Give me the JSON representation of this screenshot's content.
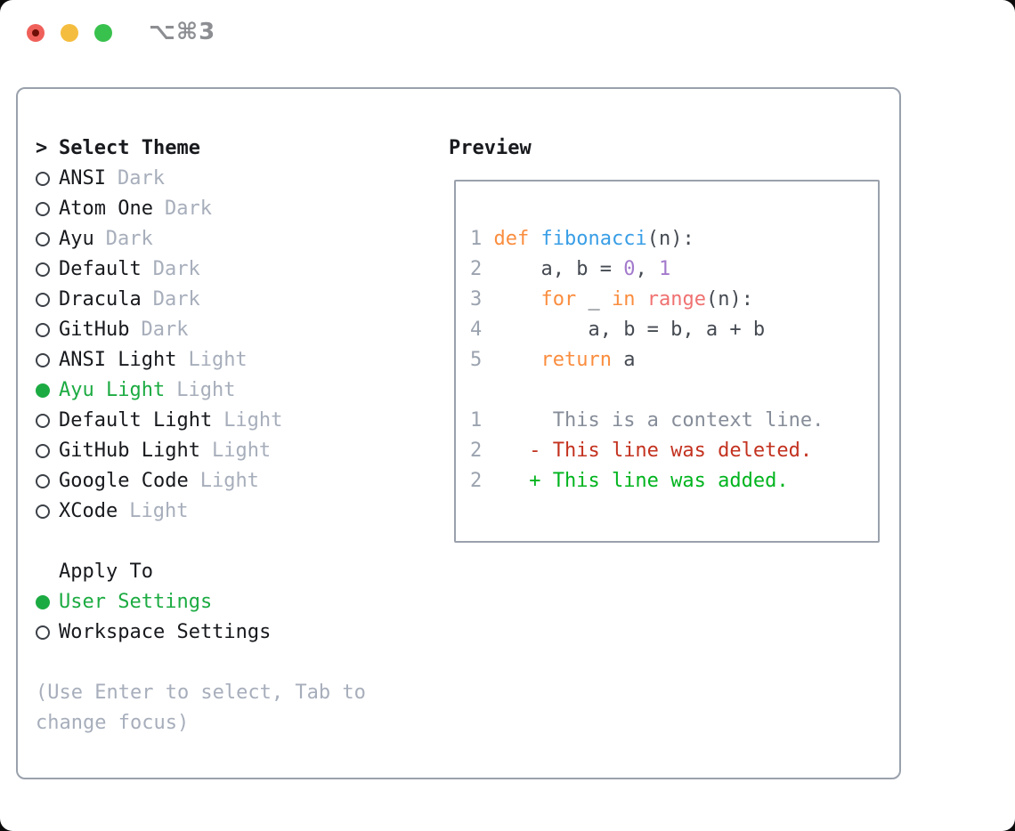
{
  "titlebar": {
    "title": "⌥⌘3",
    "traffic_lights": [
      "close",
      "minimize",
      "zoom"
    ]
  },
  "theme_picker": {
    "pointer": ">",
    "header": "Select Theme",
    "items": [
      {
        "name": "ANSI",
        "variant": "Dark",
        "selected": false
      },
      {
        "name": "Atom One",
        "variant": "Dark",
        "selected": false
      },
      {
        "name": "Ayu",
        "variant": "Dark",
        "selected": false
      },
      {
        "name": "Default",
        "variant": "Dark",
        "selected": false
      },
      {
        "name": "Dracula",
        "variant": "Dark",
        "selected": false
      },
      {
        "name": "GitHub",
        "variant": "Dark",
        "selected": false
      },
      {
        "name": "ANSI Light",
        "variant": "Light",
        "selected": false
      },
      {
        "name": "Ayu Light",
        "variant": "Light",
        "selected": true
      },
      {
        "name": "Default Light",
        "variant": "Light",
        "selected": false
      },
      {
        "name": "GitHub Light",
        "variant": "Light",
        "selected": false
      },
      {
        "name": "Google Code",
        "variant": "Light",
        "selected": false
      },
      {
        "name": "XCode",
        "variant": "Light",
        "selected": false
      }
    ],
    "apply_to": {
      "header": "Apply To",
      "options": [
        {
          "label": "User Settings",
          "selected": true
        },
        {
          "label": "Workspace Settings",
          "selected": false
        }
      ]
    },
    "hint_lines": [
      "(Use Enter to select, Tab to",
      "change focus)"
    ]
  },
  "preview": {
    "header": "Preview",
    "lines": [
      {
        "segments": [
          {
            "t": "1",
            "c": "ln"
          },
          {
            "t": " ",
            "c": "code"
          },
          {
            "t": "def",
            "c": "kw"
          },
          {
            "t": " ",
            "c": "code"
          },
          {
            "t": "fibonacci",
            "c": "fn"
          },
          {
            "t": "(n):",
            "c": "code"
          }
        ]
      },
      {
        "segments": [
          {
            "t": "2",
            "c": "ln"
          },
          {
            "t": "     a, b = ",
            "c": "code"
          },
          {
            "t": "0",
            "c": "lit"
          },
          {
            "t": ", ",
            "c": "code"
          },
          {
            "t": "1",
            "c": "lit"
          }
        ]
      },
      {
        "segments": [
          {
            "t": "3",
            "c": "ln"
          },
          {
            "t": "     ",
            "c": "code"
          },
          {
            "t": "for",
            "c": "kw"
          },
          {
            "t": " _ ",
            "c": "code"
          },
          {
            "t": "in",
            "c": "kw"
          },
          {
            "t": " ",
            "c": "code"
          },
          {
            "t": "range",
            "c": "call"
          },
          {
            "t": "(n):",
            "c": "code"
          }
        ]
      },
      {
        "segments": [
          {
            "t": "4",
            "c": "ln"
          },
          {
            "t": "         a, b = b, a + b",
            "c": "code"
          }
        ]
      },
      {
        "segments": [
          {
            "t": "5",
            "c": "ln"
          },
          {
            "t": "     ",
            "c": "code"
          },
          {
            "t": "return",
            "c": "kw"
          },
          {
            "t": " a",
            "c": "code"
          }
        ]
      },
      {
        "segments": []
      },
      {
        "segments": [
          {
            "t": "1",
            "c": "ln"
          },
          {
            "t": "      This is a context line.",
            "c": "ctx"
          }
        ]
      },
      {
        "segments": [
          {
            "t": "2",
            "c": "ln"
          },
          {
            "t": "    - This line was deleted.",
            "c": "del"
          }
        ]
      },
      {
        "segments": [
          {
            "t": "2",
            "c": "ln"
          },
          {
            "t": "    + This line was added.",
            "c": "add"
          }
        ]
      }
    ]
  },
  "colors": {
    "text": "#17191d",
    "gray": "#a7aebb",
    "border": "#9aa1ac",
    "accent_green": "#1cab42",
    "line_number": "#9ba3af",
    "code_text": "#454a52",
    "kw": "#fa8d3e",
    "fn": "#399ee6",
    "lit": "#a37acc",
    "call": "#f07171",
    "context": "#868d99",
    "diff_del": "#c3321f",
    "diff_add": "#00b41e",
    "traffic_red": "#f0605a",
    "traffic_red_dot": "#6e0f07",
    "traffic_yellow": "#f5bd3f",
    "traffic_green": "#39c14e"
  }
}
